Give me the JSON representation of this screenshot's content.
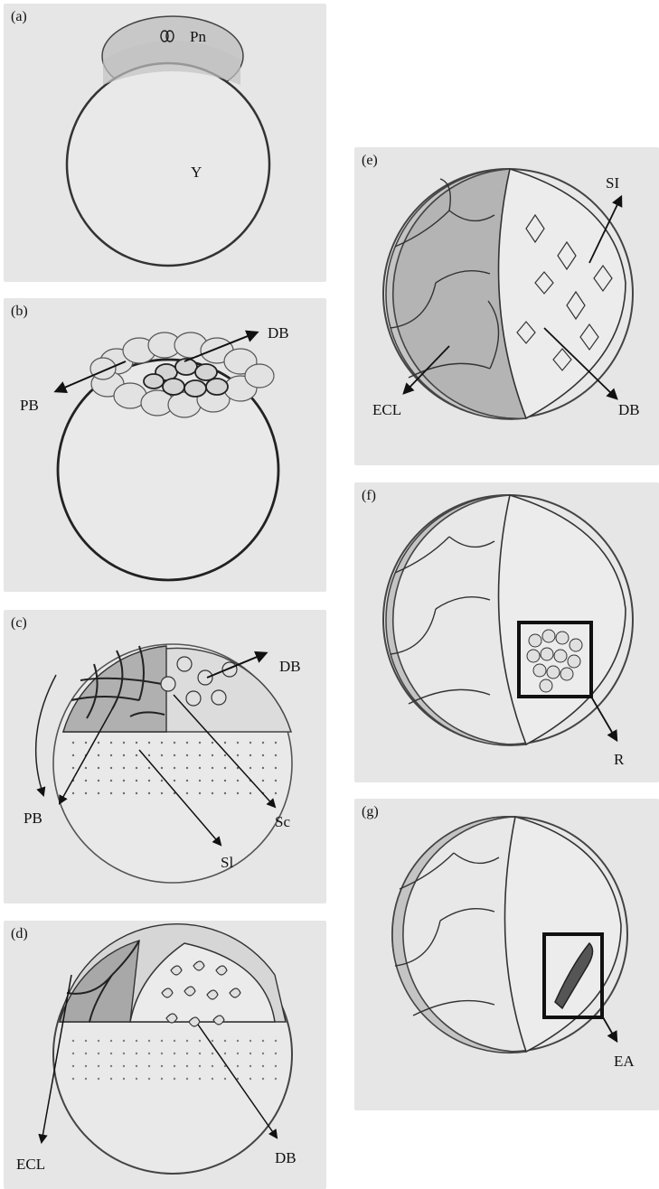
{
  "panels": {
    "a": {
      "label": "(a)",
      "labels": {
        "pn": "Pn",
        "y": "Y"
      }
    },
    "b": {
      "label": "(b)",
      "labels": {
        "db": "DB",
        "pb": "PB"
      }
    },
    "c": {
      "label": "(c)",
      "labels": {
        "db": "DB",
        "pb": "PB",
        "sc": "Sc",
        "sl": "Sl"
      }
    },
    "d": {
      "label": "(d)",
      "labels": {
        "ecl": "ECL",
        "db": "DB"
      }
    },
    "e": {
      "label": "(e)",
      "labels": {
        "si": "SI",
        "ecl": "ECL",
        "db": "DB"
      }
    },
    "f": {
      "label": "(f)",
      "labels": {
        "r": "R"
      }
    },
    "g": {
      "label": "(g)",
      "labels": {
        "ea": "EA"
      }
    }
  },
  "colors": {
    "background": "#e6e6e6",
    "ink": "#222222",
    "shade": "#b8b8b8"
  }
}
